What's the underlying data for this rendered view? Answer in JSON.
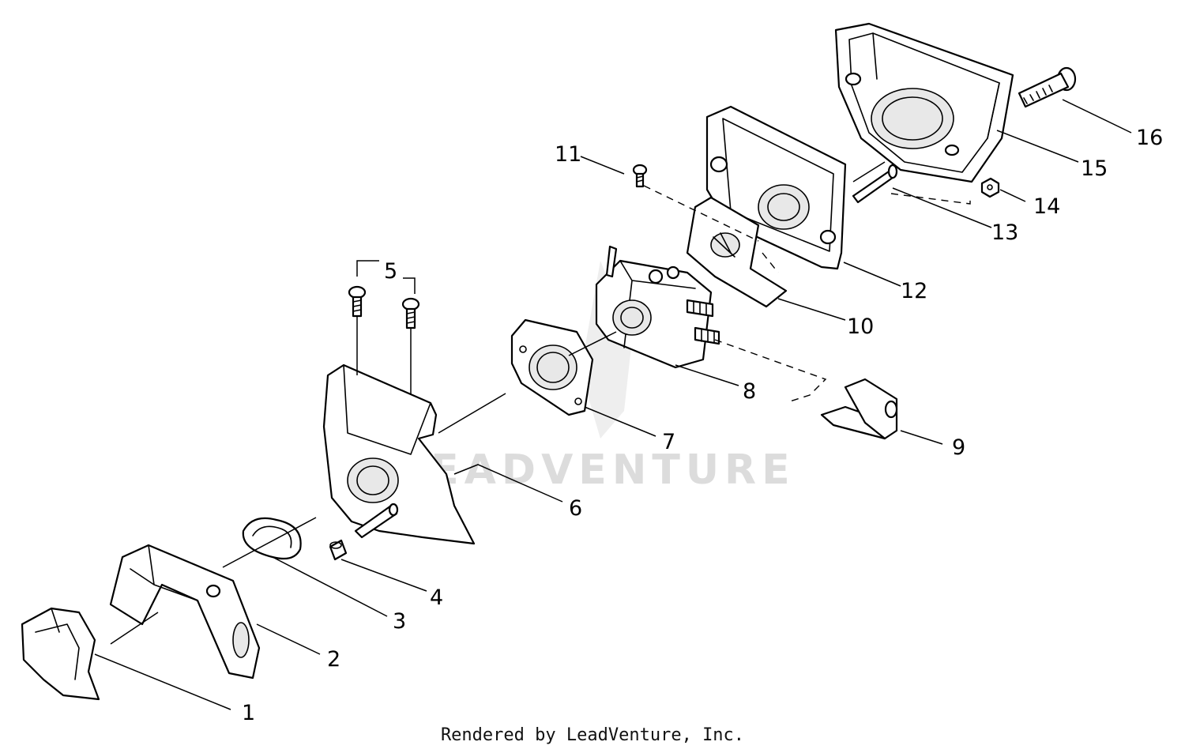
{
  "watermark": "LEADVENTURE",
  "footer": "Rendered by LeadVenture, Inc.",
  "callouts": {
    "c1": "1",
    "c2": "2",
    "c3": "3",
    "c4": "4",
    "c5": "5",
    "c6": "6",
    "c7": "7",
    "c8": "8",
    "c9": "9",
    "c10": "10",
    "c11": "11",
    "c12": "12",
    "c13": "13",
    "c14": "14",
    "c15": "15",
    "c16": "16"
  }
}
